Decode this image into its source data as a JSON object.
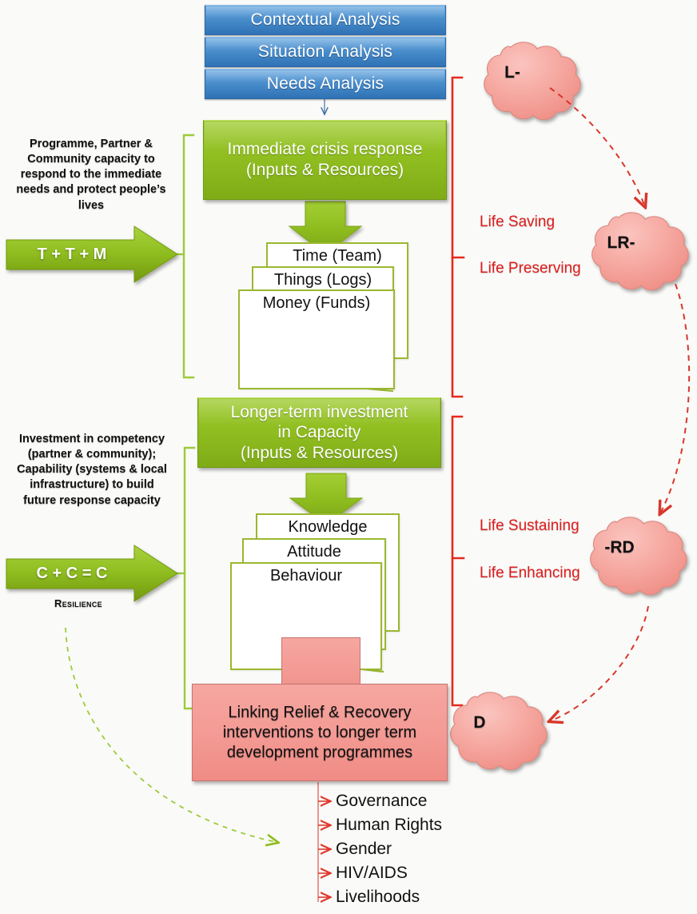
{
  "analysis_boxes": [
    {
      "label": "Contextual Analysis"
    },
    {
      "label": "Situation Analysis"
    },
    {
      "label": "Needs Analysis"
    }
  ],
  "phases": [
    {
      "id": "immediate",
      "title": "Immediate crisis response\n(Inputs & Resources)",
      "title_line1": "Immediate crisis response",
      "title_line2": "(Inputs & Resources)",
      "cards": [
        "Time (Team)",
        "Things (Logs)",
        "Money (Funds)"
      ],
      "side_text": "Programme, Partner & Community capacity to respond to the immediate needs and protect people’s lives",
      "arrow_label": "T + T + M",
      "red_labels": [
        "Life Saving",
        "Life Preserving"
      ]
    },
    {
      "id": "longer-term",
      "title_line1": "Longer-term investment",
      "title_line2": "in Capacity",
      "title_line3": "(Inputs & Resources)",
      "cards": [
        "Knowledge",
        "Attitude",
        "Behaviour"
      ],
      "side_text": "Investment in competency (partner & community); Capability (systems & local infrastructure) to build future response capacity",
      "arrow_label": "C + C = C",
      "arrow_sublabel": "Resilience",
      "red_labels": [
        "Life Sustaining",
        "Life Enhancing"
      ]
    }
  ],
  "linking_box": {
    "line1": "Linking Relief & Recovery",
    "line2": "interventions to longer term",
    "line3": "development programmes"
  },
  "cross_cutting": [
    "Governance",
    "Human Rights",
    "Gender",
    "HIV/AIDS",
    "Livelihoods"
  ],
  "clouds": [
    {
      "id": "L",
      "label": "L-"
    },
    {
      "id": "LR",
      "label": "LR-"
    },
    {
      "id": "RD",
      "label": "-RD"
    },
    {
      "id": "D",
      "label": "D"
    }
  ],
  "colors": {
    "blue": "#4a8ecd",
    "green": "#8fbd20",
    "green_outline": "#9ab830",
    "pink": "#f49b95",
    "red": "#e01b1b",
    "cloud_fill": "#f4a49d",
    "background": "#fafaf8"
  }
}
